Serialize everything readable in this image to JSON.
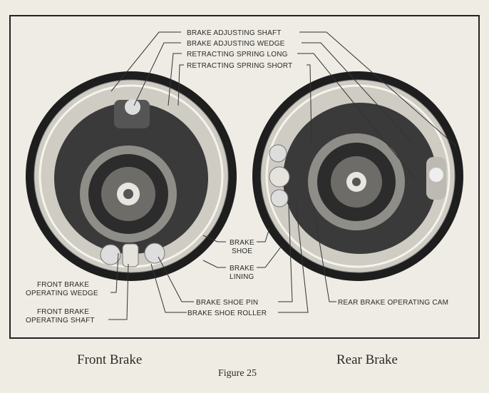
{
  "labels": {
    "brake_adjusting_shaft": "BRAKE ADJUSTING SHAFT",
    "brake_adjusting_wedge": "BRAKE ADJUSTING WEDGE",
    "retracting_spring_long": "RETRACTING SPRING LONG",
    "retracting_spring_short": "RETRACTING SPRING SHORT",
    "brake_shoe_1": "BRAKE",
    "brake_shoe_2": "SHOE",
    "brake_lining_1": "BRAKE",
    "brake_lining_2": "LINING",
    "front_wedge_1": "FRONT BRAKE",
    "front_wedge_2": "OPERATING WEDGE",
    "front_shaft_1": "FRONT BRAKE",
    "front_shaft_2": "OPERATING SHAFT",
    "brake_shoe_pin": "BRAKE SHOE PIN",
    "brake_shoe_roller": "BRAKE SHOE ROLLER",
    "rear_cam": "REAR BRAKE OPERATING CAM"
  },
  "captions": {
    "front": "Front Brake",
    "rear": "Rear Brake",
    "figure": "Figure 25"
  }
}
